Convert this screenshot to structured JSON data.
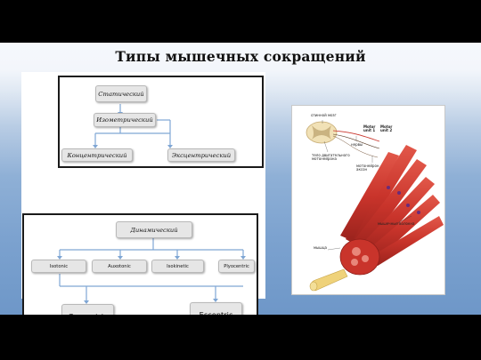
{
  "slide": {
    "title": "Типы мышечных сокращений"
  },
  "diagram_top": {
    "root": "Статический",
    "middle": "Изометрический",
    "left": "Концентрический",
    "right": "Эксцентрический"
  },
  "diagram_bottom": {
    "root": "Динамический",
    "types": [
      "Isotonic",
      "Auxotonic",
      "Isokinetic",
      "Plyocentric"
    ],
    "left": "Concentric",
    "right": "Eccentric"
  },
  "anatomy": {
    "labels": {
      "spinal_cord": "спинной мозг",
      "motor_unit_1": "Motor unit 1",
      "motor_unit_2": "Motor unit 2",
      "nerves": "нервы",
      "motor_neuron_body": "тело двигательного мотонейрона",
      "motor_neuron_axon": "мотонейрон аксон",
      "muscle_fibers": "мышечные волокна",
      "muscle": "мышца"
    }
  },
  "colors": {
    "muscle": "#c9342b",
    "node_fill": "#e6e6e6",
    "frame": "#1a1a1a"
  }
}
